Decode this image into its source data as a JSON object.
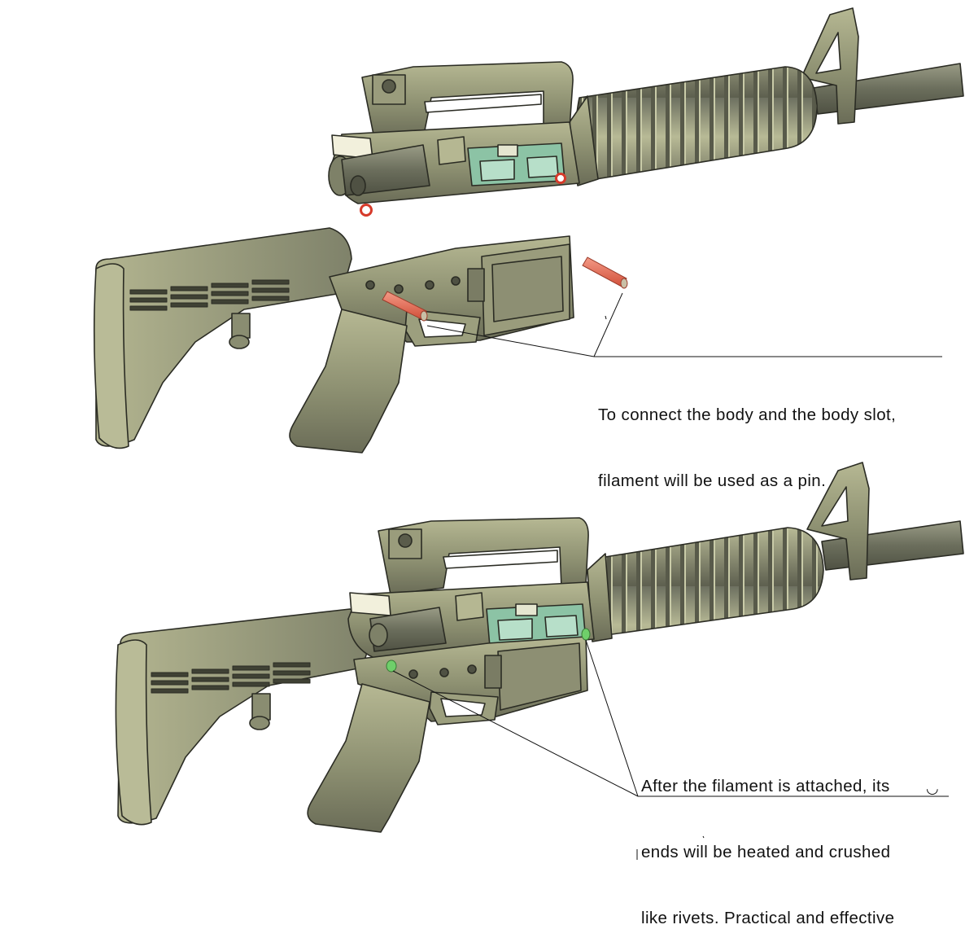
{
  "colors": {
    "body_light": "#a9ab88",
    "body_mid": "#878a6c",
    "body_dark": "#5f6150",
    "outline": "#2b2c24",
    "pin": "#e8664e",
    "pin_marker": "#d63a2a",
    "pin_inserted": "#6fcf6a",
    "ejection_port": "#8cc3a5",
    "barrel": "#6f7261",
    "leader": "#111111"
  },
  "annotations": {
    "pins_note": {
      "line1": "To connect the body and the body slot,",
      "line2": "filament will be used as a pin."
    },
    "rivet_note": {
      "line1": "After the filament is attached, its",
      "line2": "ends will be heated and crushed",
      "line3": "like rivets. Practical and effective"
    }
  },
  "icons": {
    "smile": "smile-icon"
  }
}
